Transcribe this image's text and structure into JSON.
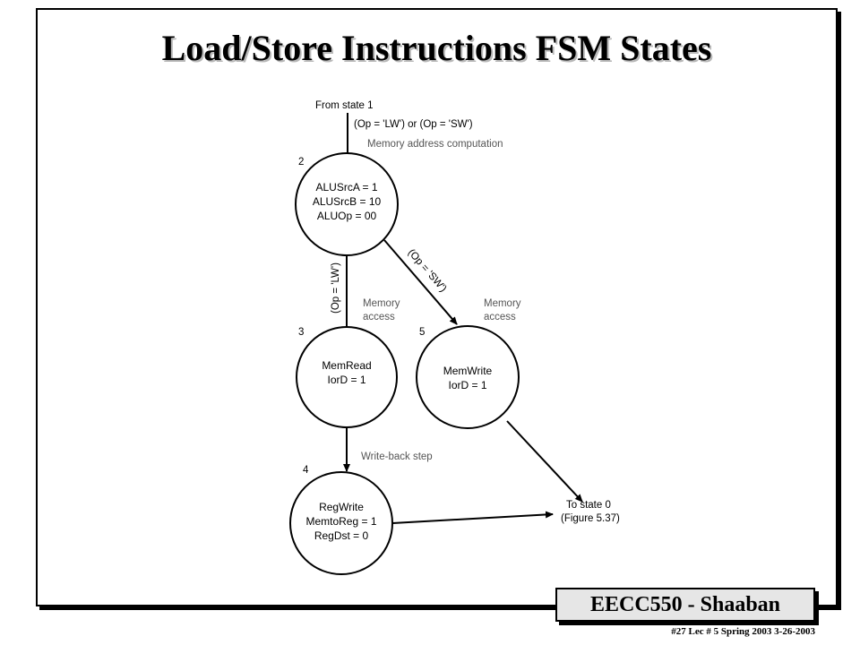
{
  "slide": {
    "title": "Load/Store Instructions FSM States",
    "course_label": "EECC550 - Shaaban",
    "footer": "#27   Lec # 5  Spring 2003  3-26-2003"
  },
  "diagram": {
    "entry_label": "From state 1",
    "entry_condition": "(Op = 'LW') or (Op = 'SW')",
    "states": [
      {
        "id": "2",
        "number": "2",
        "annotation": "Memory address computation",
        "lines": [
          "ALUSrcA = 1",
          "ALUSrcB = 10",
          "ALUOp = 00"
        ]
      },
      {
        "id": "3",
        "number": "3",
        "annotation_lines": [
          "Memory",
          "access"
        ],
        "lines": [
          "MemRead",
          "IorD = 1"
        ]
      },
      {
        "id": "5",
        "number": "5",
        "annotation_lines": [
          "Memory",
          "access"
        ],
        "lines": [
          "MemWrite",
          "IorD = 1"
        ]
      },
      {
        "id": "4",
        "number": "4",
        "annotation": "Write-back step",
        "lines": [
          "RegWrite",
          "MemtoReg = 1",
          "RegDst = 0"
        ]
      }
    ],
    "edge_labels": {
      "lw": "(Op = 'LW')",
      "sw": "(Op = 'SW')"
    },
    "exit_lines": [
      "To state 0",
      "(Figure 5.37)"
    ]
  }
}
